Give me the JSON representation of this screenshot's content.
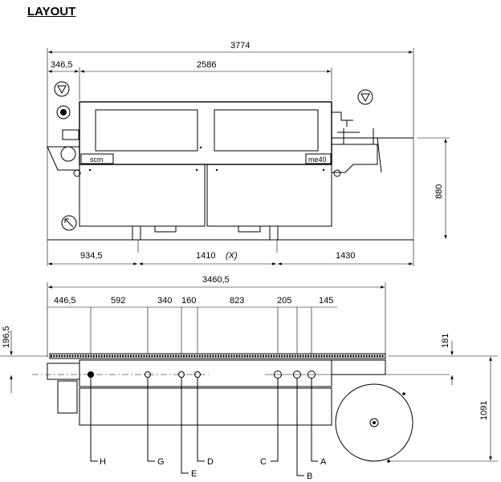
{
  "title": "LAYOUT",
  "top_view": {
    "dims": {
      "overall": "3774",
      "left_offset": "346,5",
      "body": "2586",
      "height": "880",
      "bottom_left": "934,5",
      "bottom_mid": "1410",
      "bottom_mid_note": "(X)",
      "bottom_right": "1430"
    },
    "brand_label": "scm",
    "model_label": "me40"
  },
  "bottom_view": {
    "dims": {
      "overall": "3460,5",
      "segments": [
        "446,5",
        "592",
        "340",
        "160",
        "823",
        "205",
        "145"
      ],
      "left_vertical": "196,5",
      "right_vertical": "181",
      "right_height": "1091"
    },
    "points": [
      "H",
      "G",
      "E",
      "D",
      "C",
      "B",
      "A"
    ]
  }
}
